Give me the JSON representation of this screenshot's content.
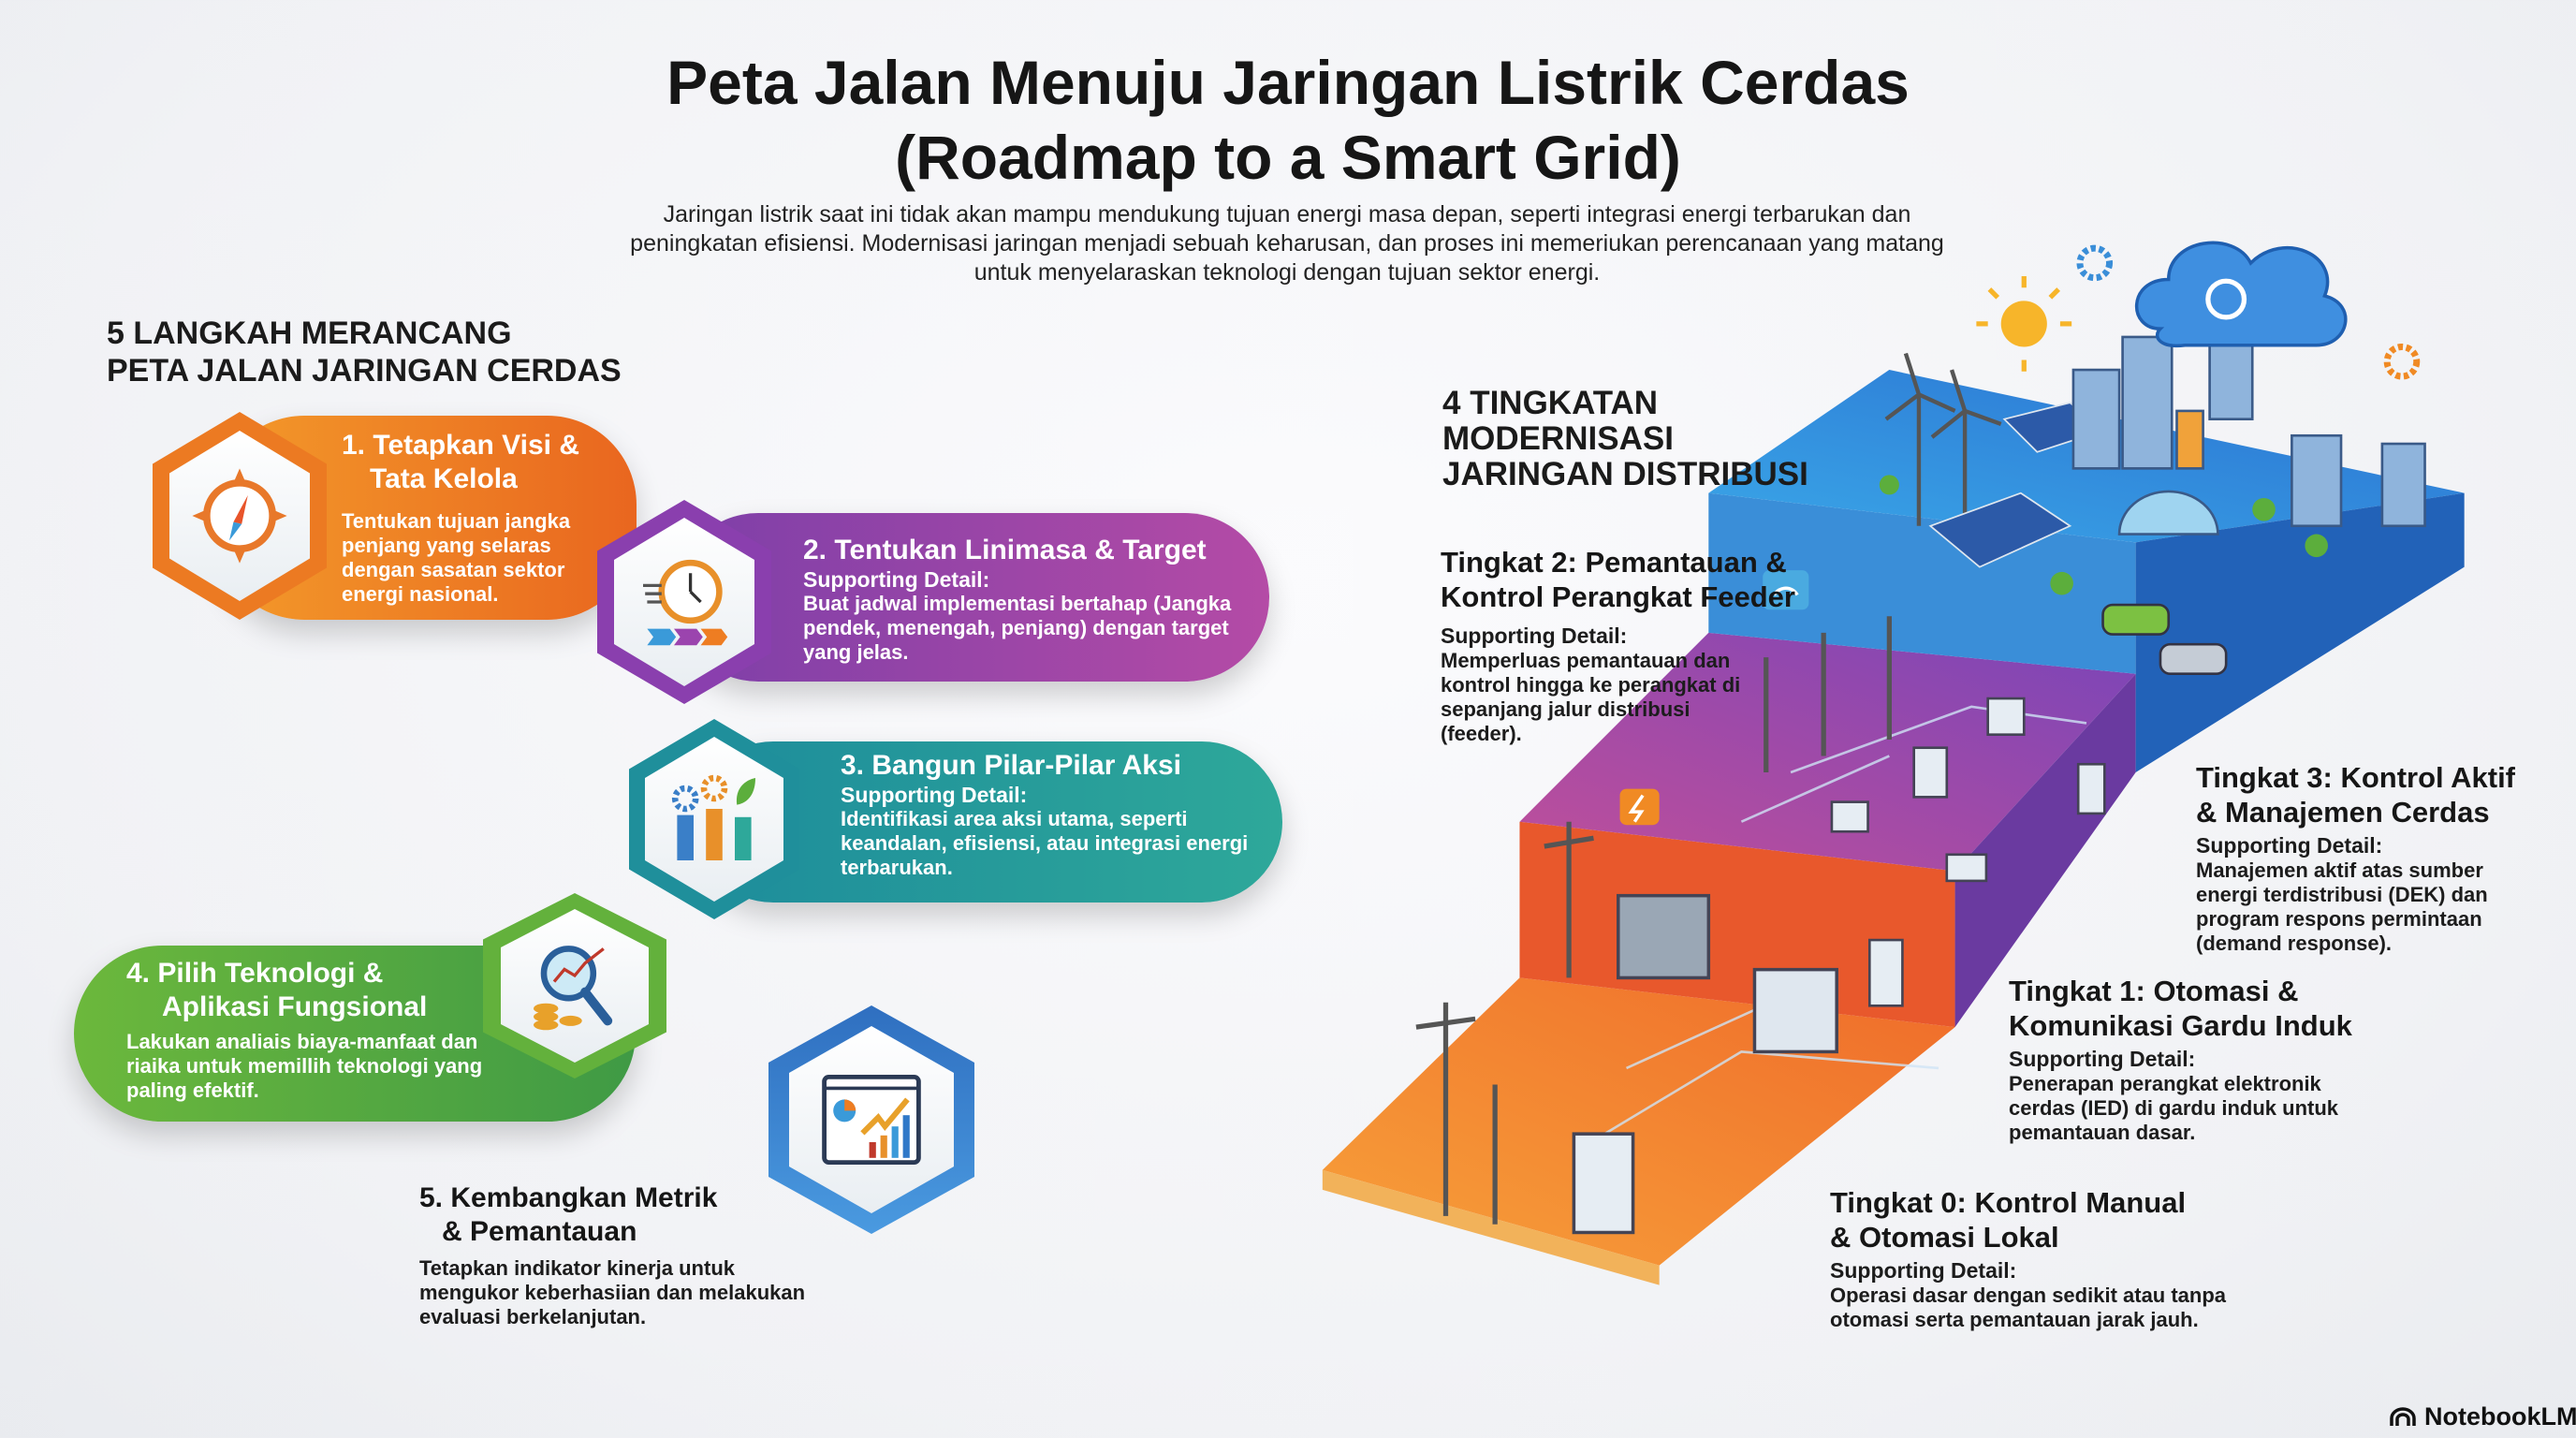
{
  "header": {
    "title_line1": "Peta Jalan Menuju Jaringan Listrik Cerdas",
    "title_line2": "(Roadmap to a Smart Grid)",
    "intro": "Jaringan listrik saat ini tidak akan mampu mendukung tujuan energi masa depan, seperti integrasi energi terbarukan dan peningkatan efisiensi. Modernisasi jaringan menjadi sebuah keharusan, dan proses ini memeriukan perencanaan yang matang untuk menyelaraskan teknologi dengan tujuan sektor energi."
  },
  "steps_section": {
    "heading_line1": "5 LANGKAH MERANCANG",
    "heading_line2": "PETA JALAN JARINGAN CERDAS",
    "steps": [
      {
        "title_line1": "1. Tetapkan Visi &",
        "title_line2": "Tata Kelola",
        "label": "",
        "detail": "Tentukan tujuan jangka penjang yang selaras dengan sasatan sektor energi nasional.",
        "icon": "compass-icon",
        "color": "#ee7d22"
      },
      {
        "title_line1": "2. Tentukan Linimasa & Target",
        "title_line2": "",
        "label": "Supporting Detail:",
        "detail": "Buat jadwal implementasi bertahap (Jangka pendek, menengah, penjang) dengan target yang jelas.",
        "icon": "clock-timeline-icon",
        "color": "#9b44ae"
      },
      {
        "title_line1": "3. Bangun Pilar-Pilar Aksi",
        "title_line2": "",
        "label": "Supporting Detail:",
        "detail": "Identifikasi area aksi utama, seperti keandalan, efisiensi, atau integrasi energi terbarukan.",
        "icon": "pillars-gears-icon",
        "color": "#22979c"
      },
      {
        "title_line1": "4. Pilih Teknologi &",
        "title_line2": "Aplikasi Fungsional",
        "label": "",
        "detail": "Lakukan analiais biaya-manfaat dan riaika untuk memillih teknologi yang paling efektif.",
        "icon": "magnifier-coins-icon",
        "color": "#5cae3c"
      },
      {
        "title_line1": "5. Kembangkan Metrik",
        "title_line2": "& Pemantauan",
        "label": "",
        "detail": "Tetapkan indikator kinerja untuk mengukor keberhasiian dan melakukan evaluasi berkelanjutan.",
        "icon": "dashboard-chart-icon",
        "color": "#2f78c8"
      }
    ]
  },
  "tiers_section": {
    "heading_line1": "4 TINGKATAN",
    "heading_line2": "MODERNISASI",
    "heading_line3": "JARINGAN DISTRIBUSI",
    "tiers": [
      {
        "title_line1": "Tingkat 0: Kontrol Manual",
        "title_line2": "& Otomasi Lokal",
        "label": "Supporting Detail:",
        "detail": "Operasi dasar dengan sedikit atau tanpa otomasi serta pemantauan jarak jauh.",
        "color": "#f08a24"
      },
      {
        "title_line1": "Tingkat 1: Otomasi &",
        "title_line2": "Komunikasi Gardu Induk",
        "label": "Supporting Detail:",
        "detail": "Penerapan perangkat elektronik cerdas (IED) di gardu induk untuk pemantauan dasar.",
        "color": "#e8582c"
      },
      {
        "title_line1": "Tingkat 2: Pemantauan &",
        "title_line2": "Kontrol Perangkat Feeder",
        "label": "Supporting Detail:",
        "detail": "Memperluas pemantauan dan kontrol hingga ke perangkat di sepanjang jalur distribusi (feeder).",
        "color": "#8e44b0"
      },
      {
        "title_line1": "Tingkat 3: Kontrol Aktif",
        "title_line2": "& Manajemen Cerdas",
        "label": "Supporting Detail:",
        "detail": "Manajemen aktif atas sumber energi terdistribusi (DEK) dan program respons permintaan (demand response).",
        "color": "#2e8fd8"
      }
    ]
  },
  "brand": {
    "name": "NotebookLM",
    "icon": "notebooklm-logo-icon"
  }
}
